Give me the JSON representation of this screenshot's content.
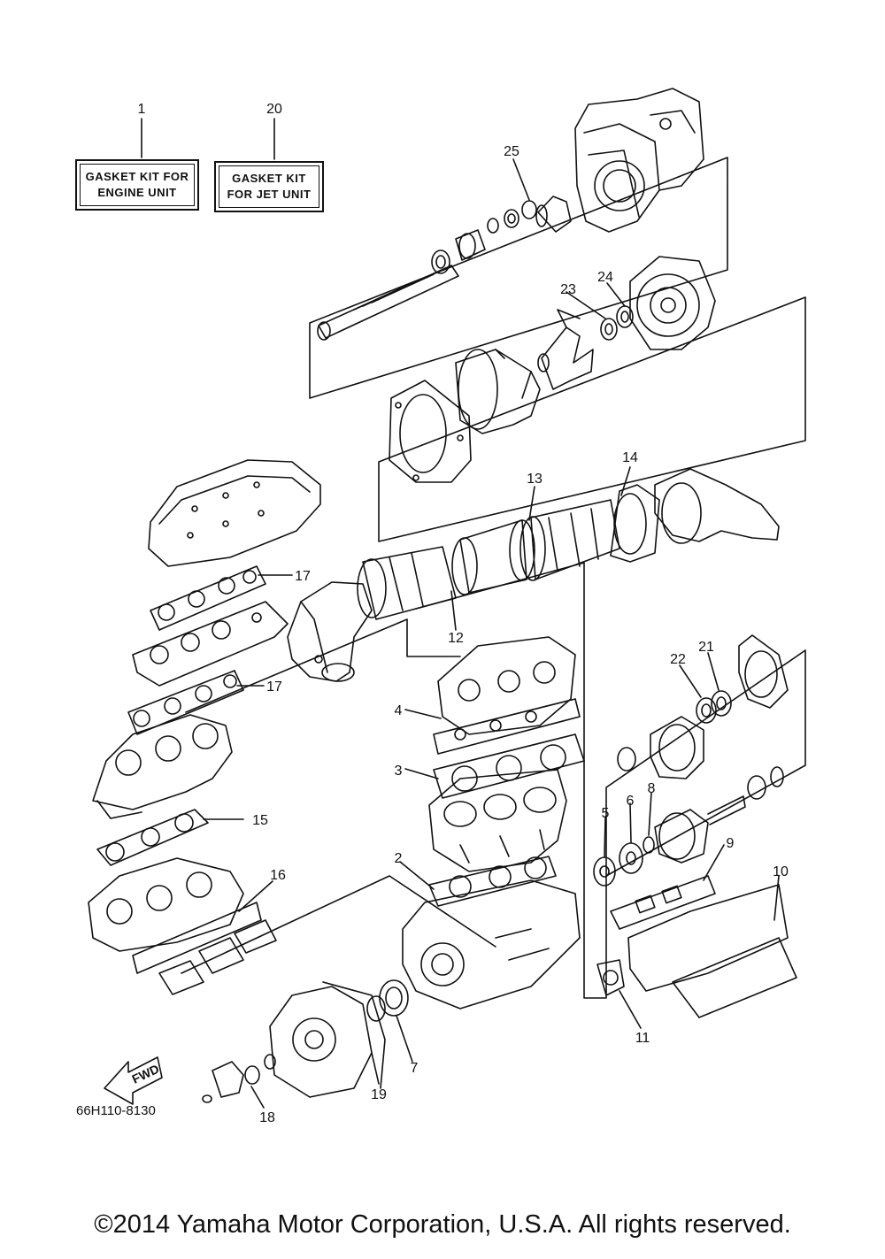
{
  "kit_labels": {
    "engine": {
      "line1": "GASKET KIT FOR",
      "line2": "ENGINE UNIT"
    },
    "jet": {
      "line1": "GASKET KIT",
      "line2": "FOR JET UNIT"
    }
  },
  "callouts": [
    "1",
    "2",
    "3",
    "4",
    "5",
    "6",
    "7",
    "8",
    "9",
    "10",
    "11",
    "12",
    "13",
    "14",
    "15",
    "16",
    "17",
    "17",
    "18",
    "19",
    "20",
    "21",
    "22",
    "23",
    "24",
    "25"
  ],
  "direction_label": "FWD",
  "diagram_code": "66H110-8130",
  "copyright": "©2014 Yamaha Motor Corporation, U.S.A. All rights reserved.",
  "colors": {
    "ink": "#111111",
    "background": "#ffffff"
  }
}
